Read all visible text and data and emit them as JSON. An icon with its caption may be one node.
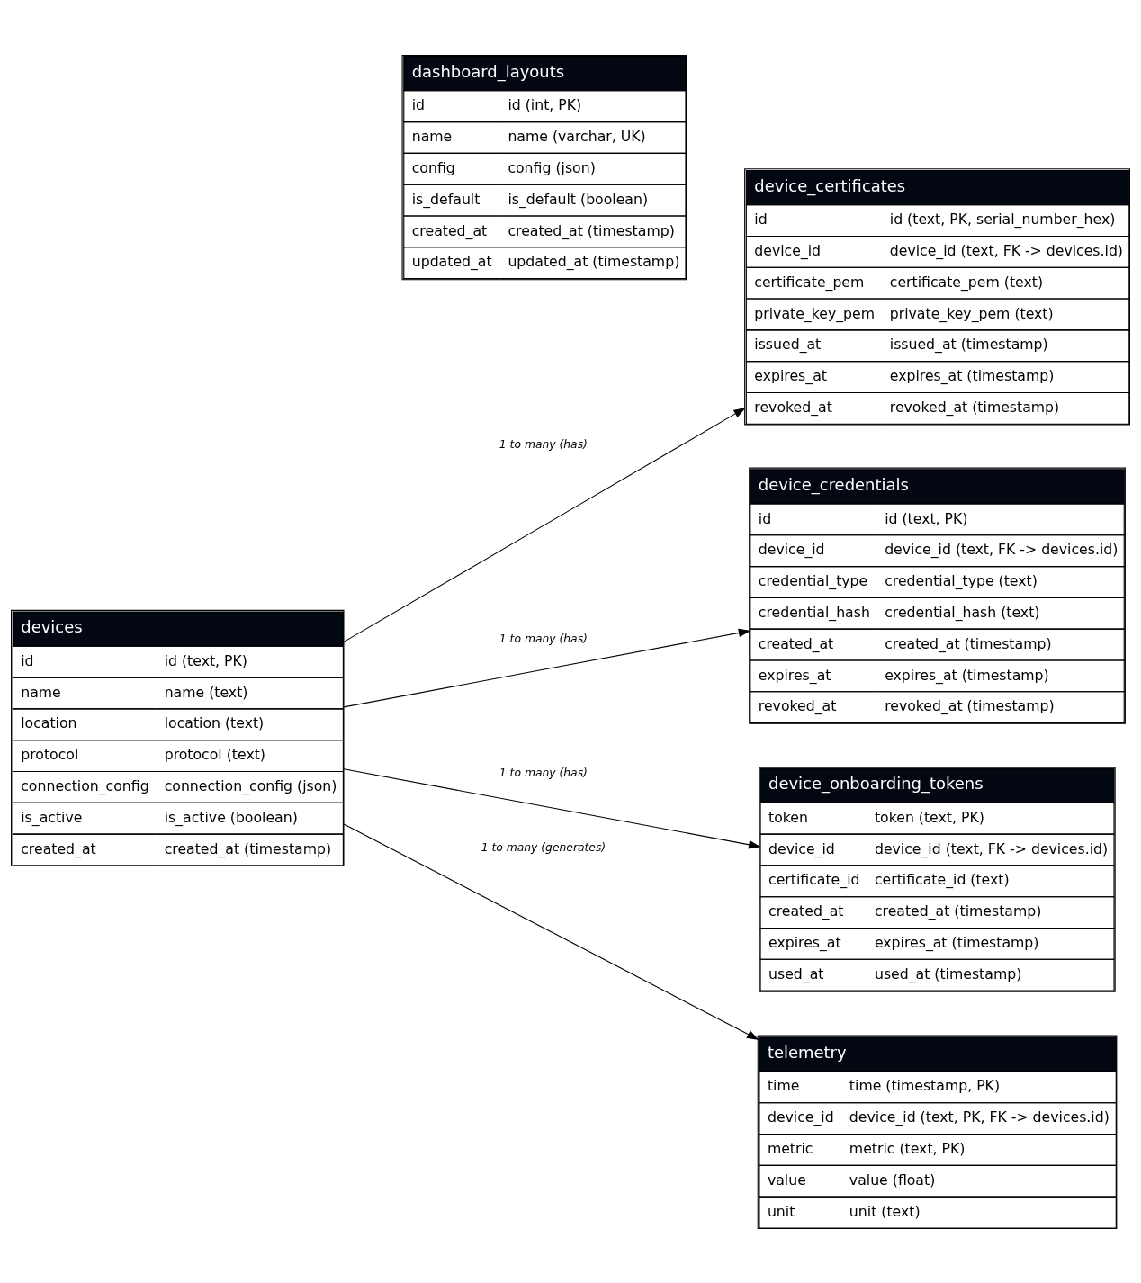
{
  "diagram": {
    "nodes": [
      {
        "text": [
          "device_certificates",
          "id",
          "id (text, PK, serial_number_hex)",
          "device_id",
          "device_id (text, FK -> devices.id)",
          "certificate_pem",
          "certificate_pem (text)",
          "private_key_pem",
          "private_key_pem (text)",
          "issued_at",
          "issued_at (timestamp)",
          "expires_at",
          "expires_at (timestamp)",
          "revoked_at",
          "revoked_at (timestamp)"
        ]
      },
      {
        "text": [
          "device_credentials",
          "id",
          "id (text, PK)",
          "device_id",
          "device_id (text, FK -> devices.id)",
          "credential_type",
          "credential_type (text)",
          "credential_hash",
          "credential_hash (text)",
          "created_at",
          "created_at (timestamp)",
          "expires_at",
          "expires_at (timestamp)",
          "revoked_at",
          "revoked_at (timestamp)"
        ]
      },
      {
        "text": [
          "devices",
          "id",
          "id (text, PK)",
          "name",
          "name (text)",
          "location",
          "location (text)",
          "protocol",
          "protocol (text)",
          "connection_config",
          "connection_config (json)",
          "is_active",
          "is_active (boolean)",
          "created_at",
          "created_at (timestamp)"
        ]
      },
      {
        "text": [
          "device_onboarding_tokens",
          "token",
          "token (text, PK)",
          "device_id",
          "device_id (text, FK -> devices.id)",
          "certificate_id",
          "certificate_id (text)",
          "created_at",
          "created_at (timestamp)",
          "expires_at",
          "expires_at (timestamp)",
          "used_at",
          "used_at (timestamp)"
        ]
      },
      {
        "text": [
          "dashboard_layouts",
          "id",
          "id (int, PK)",
          "name",
          "name (varchar, UK)",
          "config",
          "config (json)",
          "is_default",
          "is_default (boolean)",
          "created_at",
          "created_at (timestamp)",
          "updated_at",
          "updated_at (timestamp)"
        ]
      },
      {
        "text": [
          "telemetry",
          "time",
          "time (timestamp, PK)",
          "device_id",
          "device_id (text, PK, FK -> devices.id)",
          "metric",
          "metric (text, PK)",
          "value",
          "value (float)",
          "unit",
          "unit (text)"
        ]
      }
    ],
    "edges": [
      {
        "from": 2,
        "to": 0,
        "arrow": "to",
        "label": "1 to many (has)"
      },
      {
        "from": 2,
        "to": 1,
        "arrow": "to",
        "label": "1 to many (has)"
      },
      {
        "from": 2,
        "to": 3,
        "arrow": "to",
        "label": "1 to many (has)"
      },
      {
        "from": 2,
        "to": 5,
        "arrow": "to",
        "label": "1 to many (generates)"
      }
    ]
  }
}
